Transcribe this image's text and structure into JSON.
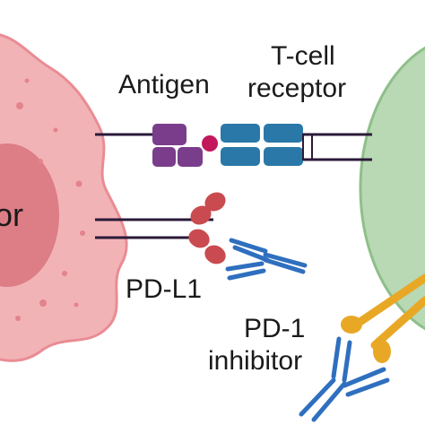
{
  "labels": {
    "antigen": "Antigen",
    "tcell_receptor_line1": "T-cell",
    "tcell_receptor_line2": "receptor",
    "pdl1": "PD-L1",
    "pd1_inhibitor_line1": "PD-1",
    "pd1_inhibitor_line2": "inhibitor",
    "tumor_cell_partial": "or"
  },
  "colors": {
    "tumor_cell_fill": "#f2b3b7",
    "tumor_cell_edge": "#e98c93",
    "tumor_nucleus": "#d9737d",
    "t_cell_fill": "#b8d9b4",
    "t_cell_edge": "#8fbf8a",
    "mhc_purple": "#7a3d8c",
    "antigen_magenta": "#c2185b",
    "tcr_blue": "#2a78a8",
    "pdl1_red": "#c94b4f",
    "antibody_blue": "#2f6fbf",
    "pd1_orange": "#e8a826",
    "membrane_line": "#2b1a3a"
  }
}
